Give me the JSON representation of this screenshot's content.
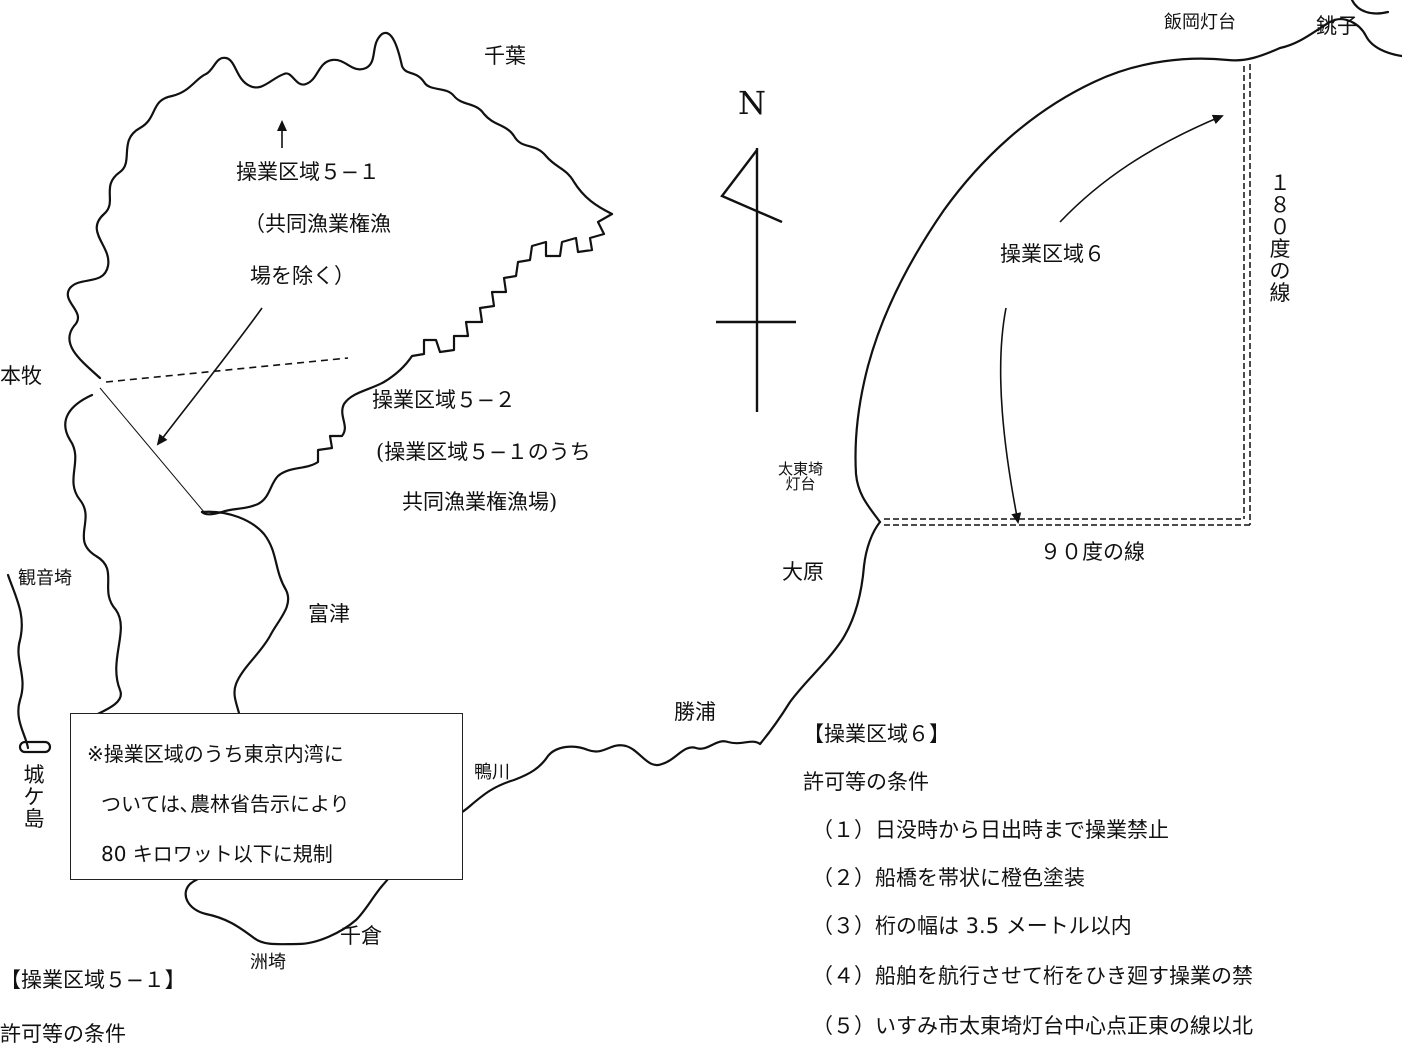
{
  "places": {
    "chiba": "千葉",
    "honmoku": "本牧",
    "kannonzaki": "観音埼",
    "jogashima": [
      "城",
      "ケ",
      "島"
    ],
    "futtsu": "富津",
    "kamogawa": "鴨川",
    "chikura": "千倉",
    "sunosaki": "洲埼",
    "katsuura": "勝浦",
    "ohara": "大原",
    "taitozaki": [
      "太東埼",
      "灯台"
    ],
    "iioka": "飯岡灯台",
    "choshi": "銚子"
  },
  "compass": {
    "north": "N"
  },
  "areas": {
    "area51": [
      "操業区域５−１",
      "（共同漁業権漁",
      "場を除く）"
    ],
    "area52": [
      "操業区域５−２",
      "(操業区域５−１のうち",
      "共同漁業権漁場)"
    ],
    "area6": "操業区域６",
    "line180": [
      "１",
      "８",
      "０",
      "度",
      "の",
      "線"
    ],
    "line90": "９０度の線"
  },
  "notice": [
    "※操業区域のうち東京内湾に",
    "ついては､農林省告示により",
    "80 キロワット以下に規制"
  ],
  "conditions6": {
    "heading": "【操業区域６】",
    "subheading": "許可等の条件",
    "items": [
      "（１）日没時から日出時まで操業禁止",
      "（２）船橋を帯状に橙色塗装",
      "（３）桁の幅は 3.5 メートル以内",
      "（４）船舶を航行させて桁をひき廻す操業の禁",
      "（５）いすみ市太東埼灯台中心点正東の線以北"
    ]
  },
  "conditions51": {
    "heading": "【操業区域５−１】",
    "subheading": "許可等の条件"
  }
}
